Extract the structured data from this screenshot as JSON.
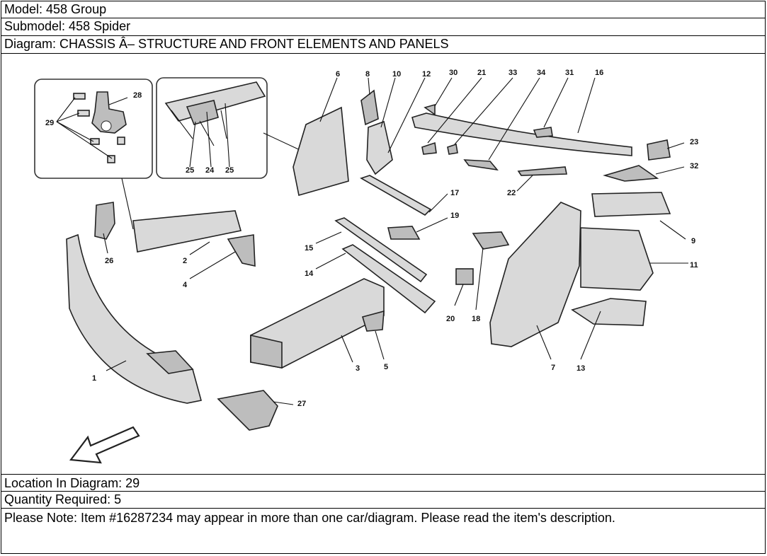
{
  "header": {
    "model": "Model: 458 Group",
    "submodel": "Submodel: 458 Spider",
    "diagram": "Diagram: CHASSIS Â– STRUCTURE AND FRONT ELEMENTS AND PANELS"
  },
  "diagram_labels": [
    "1",
    "2",
    "3",
    "4",
    "5",
    "6",
    "7",
    "8",
    "9",
    "10",
    "11",
    "12",
    "13",
    "14",
    "15",
    "16",
    "17",
    "18",
    "19",
    "20",
    "21",
    "22",
    "23",
    "24",
    "25",
    "25",
    "26",
    "27",
    "28",
    "29",
    "30",
    "31",
    "32",
    "33",
    "34"
  ],
  "footer": {
    "location": "Location In Diagram: 29",
    "quantity": "Quantity Required: 5",
    "note": "Please Note: Item #16287234 may appear in more than one car/diagram. Please read the item's description."
  }
}
